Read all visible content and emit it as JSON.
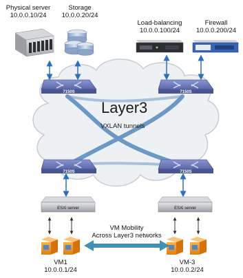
{
  "nodes": {
    "physical_server": {
      "name": "Physical server",
      "ip": "10.0.0.10/24"
    },
    "storage": {
      "name": "Storage",
      "ip": "10.0.0.20/24"
    },
    "load_balancing": {
      "name": "Load-balancing",
      "ip": "10.0.0.100/24"
    },
    "firewall": {
      "name": "Firewall",
      "ip": "10.0.0.200/24"
    },
    "vm1": {
      "name": "VM1",
      "ip": "10.0.0.1/24"
    },
    "vm3": {
      "name": "VM-3",
      "ip": "10.0.0.2/24"
    }
  },
  "switches": {
    "top_left": {
      "model": "7150S"
    },
    "top_right": {
      "model": "7150S"
    },
    "bottom_left": {
      "model": "7150S"
    },
    "bottom_right": {
      "model": "7150S"
    }
  },
  "esxi": {
    "left": {
      "label": "ESXi server"
    },
    "right": {
      "label": "ESXi server"
    }
  },
  "cloud": {
    "title": "Layer3",
    "subtitle": "VXLAN tunnels"
  },
  "mobility": {
    "line1": "VM Mobility",
    "line2": "Across Layer3 networks"
  },
  "colors": {
    "switch": "#6b78b8",
    "cloud_fill": "#eef1f4",
    "cloud_stroke": "#c7ccd3",
    "tunnel": "#5f8fbf",
    "arrow": "#2a6fc4",
    "vm_orange": "#f29a25"
  }
}
